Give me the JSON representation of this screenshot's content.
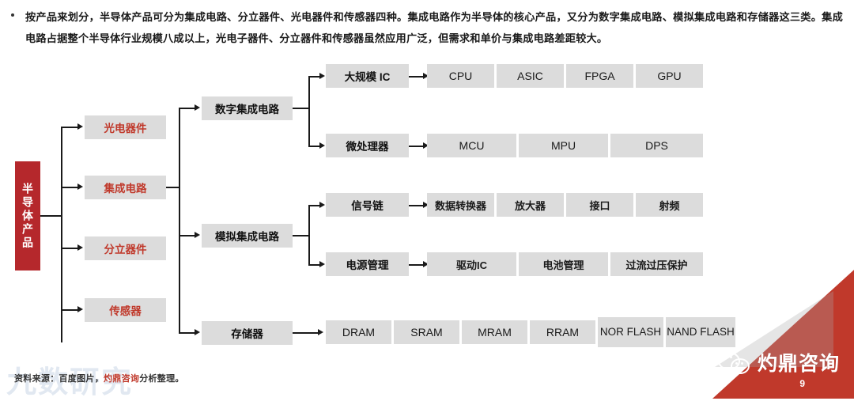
{
  "intro": {
    "bullet_text": "按产品来划分，半导体产品可分为集成电路、分立器件、光电器件和传感器四种。集成电路作为半导体的核心产品，又分为数字集成电路、模拟集成电路和存储器这三类。集成电路占据整个半导体行业规模八成以上，光电子器件、分立器件和传感器虽然应用广泛，但需求和单价与集成电路差距较大。"
  },
  "diagram": {
    "root": "半导体产品",
    "level1": [
      {
        "label": "光电器件"
      },
      {
        "label": "集成电路"
      },
      {
        "label": "分立器件"
      },
      {
        "label": "传感器"
      }
    ],
    "level2": [
      {
        "label": "数字集成电路"
      },
      {
        "label": "模拟集成电路"
      },
      {
        "label": "存储器"
      }
    ],
    "rows": [
      {
        "category": "大规模 IC",
        "leaves": [
          "CPU",
          "ASIC",
          "FPGA",
          "GPU"
        ]
      },
      {
        "category": "微处理器",
        "leaves": [
          "MCU",
          "MPU",
          "DPS"
        ]
      },
      {
        "category": "信号链",
        "leaves": [
          "数据转换器",
          "放大器",
          "接口",
          "射频"
        ]
      },
      {
        "category": "电源管理",
        "leaves": [
          "驱动IC",
          "电池管理",
          "过流过压保护"
        ]
      },
      {
        "category": "",
        "leaves": [
          "DRAM",
          "SRAM",
          "MRAM",
          "RRAM",
          "NOR FLASH",
          "NAND FLASH"
        ]
      }
    ]
  },
  "footer": {
    "source_prefix": "资料来源：百度图片，",
    "source_highlight": "灼鼎咨询",
    "source_suffix": "分析整理。",
    "watermark": "九数研究",
    "brand": "灼鼎咨询",
    "page_number": "9"
  },
  "colors": {
    "accent_red": "#c0392b",
    "root_red": "#b5282c",
    "box_grey": "#dcdcdc",
    "line": "#1a1a1a"
  }
}
